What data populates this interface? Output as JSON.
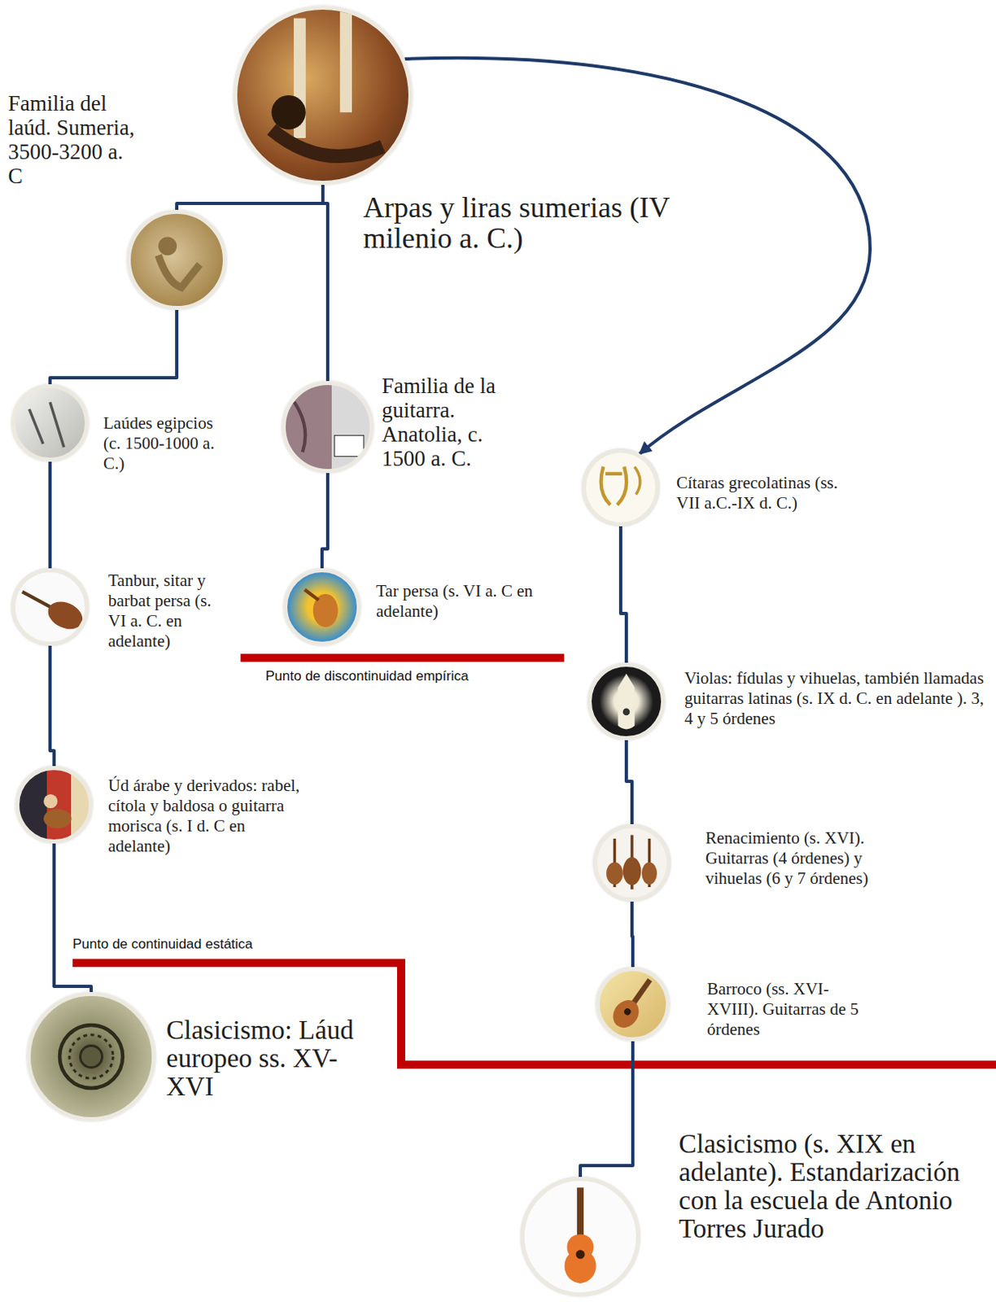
{
  "diagram": {
    "nodes": [
      {
        "text": [
          "Arpas y liras sumerias (IV milenio a. C.)"
        ]
      },
      {
        "text": [
          "Familia del laúd. Sumeria, 3500-3200 a. C"
        ]
      },
      {
        "text": [
          "Familia de la guitarra. Anatolia, c. 1500 a. C."
        ]
      },
      {
        "text": [
          "Laúdes egipcios (c. 1500-1000 a. C.)"
        ]
      },
      {
        "text": [
          "Tanbur, sitar y barbat persa (s. VI a. C. en adelante)"
        ]
      },
      {
        "text": [
          "Tar persa (s. VI a. C en adelante)"
        ]
      },
      {
        "text": [
          "Cítaras grecolatinas (ss. VII a.C.-IX d. C.)"
        ]
      },
      {
        "text": [
          "Úd árabe y derivados: rabel, cítola y baldosa o guitarra morisca (s. I d. C en adelante)"
        ]
      },
      {
        "text": [
          "Violas: fídulas y vihuelas, también llamadas guitarras latinas (s. IX d. C. en adelante ). 3, 4 y 5 órdenes"
        ]
      },
      {
        "text": [
          "Renacimiento (s. XVI). Guitarras (4 órdenes) y vihuelas (6 y 7 órdenes)"
        ]
      },
      {
        "text": [
          "Barroco (ss. XVI-XVIII). Guitarras de 5 órdenes"
        ]
      },
      {
        "text": [
          "Clasicismo: Láud europeo ss. XV-XVI"
        ]
      },
      {
        "text": [
          "Clasicismo (s. XIX en adelante). Estandarización con la escuela de Antonio Torres Jurado"
        ]
      }
    ],
    "edges": [
      {
        "from": 0,
        "to": 1,
        "arrow": "none"
      },
      {
        "from": 0,
        "to": 2,
        "arrow": "none"
      },
      {
        "from": 1,
        "to": 3,
        "arrow": "none"
      },
      {
        "from": 3,
        "to": 4,
        "arrow": "none"
      },
      {
        "from": 4,
        "to": 7,
        "arrow": "none"
      },
      {
        "from": 7,
        "to": 11,
        "arrow": "none"
      },
      {
        "from": 2,
        "to": 5,
        "arrow": "none"
      },
      {
        "from": 0,
        "to": 6,
        "arrow": "to"
      },
      {
        "from": 6,
        "to": 8,
        "arrow": "none"
      },
      {
        "from": 8,
        "to": 9,
        "arrow": "none"
      },
      {
        "from": 9,
        "to": 10,
        "arrow": "none"
      },
      {
        "from": 10,
        "to": 12,
        "arrow": "none"
      }
    ],
    "labels": [
      "Punto de discontinuidad empírica",
      "Punto de continuidad estática"
    ]
  }
}
